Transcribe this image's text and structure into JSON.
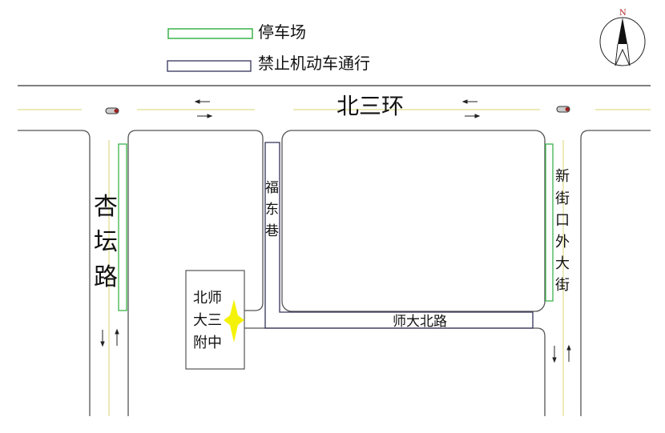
{
  "legend": {
    "parking": "停车场",
    "no_vehicles": "禁止机动车通行"
  },
  "compass": {
    "north": "N"
  },
  "roads": {
    "north_third_ring": "北三环",
    "xingtan_road": [
      "杏",
      "坛",
      "路"
    ],
    "fudong_lane": [
      "福",
      "东",
      "巷"
    ],
    "xinjiekou_street": [
      "新",
      "街",
      "口",
      "外",
      "大",
      "街"
    ],
    "shida_north_road": "师大北路"
  },
  "school": {
    "lines": [
      "北师",
      "大三",
      "附中"
    ]
  },
  "colors": {
    "parking": "#3cb44b",
    "no_vehicles": "#33335a",
    "centerline": "#e5e3a0",
    "marker": "#f5f20a",
    "road": "#555555"
  }
}
